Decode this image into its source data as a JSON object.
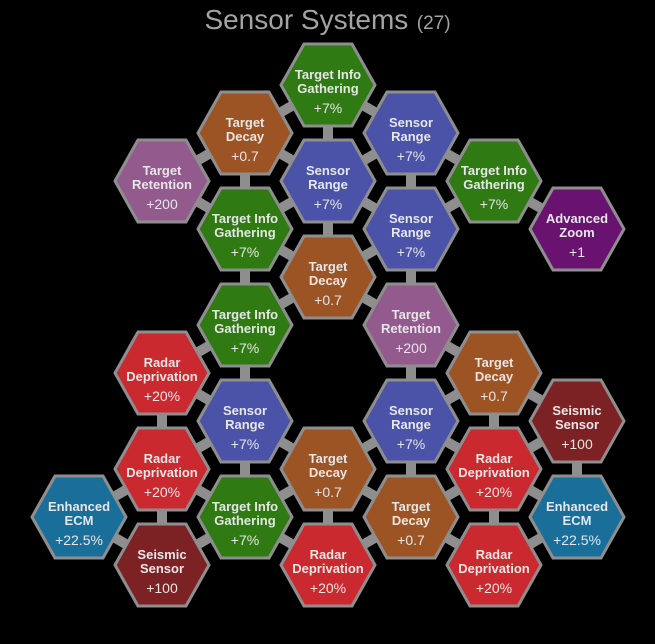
{
  "title": {
    "name": "Sensor Systems",
    "count": "(27)"
  },
  "colors": {
    "background": "#000000",
    "border": "#8e8e8e",
    "connector": "#8e8e8e",
    "title": "#a3a3a3",
    "text": "#e6e6e6",
    "target_info_gathering": "#2f7a12",
    "target_decay": "#9c5424",
    "sensor_range": "#4a53a8",
    "target_retention": "#935a8e",
    "advanced_zoom": "#6a1270",
    "radar_deprivation": "#c9292f",
    "seismic_sensor": "#7c2124",
    "enhanced_ecm": "#1a6f9a"
  },
  "nodes": [
    {
      "id": "n1",
      "lines": [
        "Target Info",
        "Gathering"
      ],
      "value": "+7%",
      "type": "target_info_gathering",
      "col": 3,
      "row": 0
    },
    {
      "id": "n2",
      "lines": [
        "Target",
        "Decay"
      ],
      "value": "+0.7",
      "type": "target_decay",
      "col": 2,
      "row": 1
    },
    {
      "id": "n3",
      "lines": [
        "Sensor",
        "Range"
      ],
      "value": "+7%",
      "type": "sensor_range",
      "col": 4,
      "row": 1
    },
    {
      "id": "n4",
      "lines": [
        "Target",
        "Retention"
      ],
      "value": "+200",
      "type": "target_retention",
      "col": 1,
      "row": 2
    },
    {
      "id": "n5",
      "lines": [
        "Sensor",
        "Range"
      ],
      "value": "+7%",
      "type": "sensor_range",
      "col": 3,
      "row": 2
    },
    {
      "id": "n6",
      "lines": [
        "Target Info",
        "Gathering"
      ],
      "value": "+7%",
      "type": "target_info_gathering",
      "col": 5,
      "row": 2
    },
    {
      "id": "n7",
      "lines": [
        "Target Info",
        "Gathering"
      ],
      "value": "+7%",
      "type": "target_info_gathering",
      "col": 2,
      "row": 3
    },
    {
      "id": "n8",
      "lines": [
        "Sensor",
        "Range"
      ],
      "value": "+7%",
      "type": "sensor_range",
      "col": 4,
      "row": 3
    },
    {
      "id": "n9",
      "lines": [
        "Advanced",
        "Zoom"
      ],
      "value": "+1",
      "type": "advanced_zoom",
      "col": 6,
      "row": 3
    },
    {
      "id": "n10",
      "lines": [
        "Target",
        "Decay"
      ],
      "value": "+0.7",
      "type": "target_decay",
      "col": 3,
      "row": 4
    },
    {
      "id": "n11",
      "lines": [
        "Target Info",
        "Gathering"
      ],
      "value": "+7%",
      "type": "target_info_gathering",
      "col": 2,
      "row": 5
    },
    {
      "id": "n12",
      "lines": [
        "Target",
        "Retention"
      ],
      "value": "+200",
      "type": "target_retention",
      "col": 4,
      "row": 5
    },
    {
      "id": "n13",
      "lines": [
        "Radar",
        "Deprivation"
      ],
      "value": "+20%",
      "type": "radar_deprivation",
      "col": 1,
      "row": 6
    },
    {
      "id": "n14",
      "lines": [
        "Target",
        "Decay"
      ],
      "value": "+0.7",
      "type": "target_decay",
      "col": 5,
      "row": 6
    },
    {
      "id": "n15",
      "lines": [
        "Sensor",
        "Range"
      ],
      "value": "+7%",
      "type": "sensor_range",
      "col": 2,
      "row": 7
    },
    {
      "id": "n16",
      "lines": [
        "Sensor",
        "Range"
      ],
      "value": "+7%",
      "type": "sensor_range",
      "col": 4,
      "row": 7
    },
    {
      "id": "n17",
      "lines": [
        "Seismic",
        "Sensor"
      ],
      "value": "+100",
      "type": "seismic_sensor",
      "col": 6,
      "row": 7
    },
    {
      "id": "n18",
      "lines": [
        "Radar",
        "Deprivation"
      ],
      "value": "+20%",
      "type": "radar_deprivation",
      "col": 1,
      "row": 8
    },
    {
      "id": "n19",
      "lines": [
        "Target",
        "Decay"
      ],
      "value": "+0.7",
      "type": "target_decay",
      "col": 3,
      "row": 8
    },
    {
      "id": "n20",
      "lines": [
        "Radar",
        "Deprivation"
      ],
      "value": "+20%",
      "type": "radar_deprivation",
      "col": 5,
      "row": 8
    },
    {
      "id": "n21",
      "lines": [
        "Enhanced",
        "ECM"
      ],
      "value": "+22.5%",
      "type": "enhanced_ecm",
      "col": 0,
      "row": 9
    },
    {
      "id": "n22",
      "lines": [
        "Target Info",
        "Gathering"
      ],
      "value": "+7%",
      "type": "target_info_gathering",
      "col": 2,
      "row": 9
    },
    {
      "id": "n23",
      "lines": [
        "Target",
        "Decay"
      ],
      "value": "+0.7",
      "type": "target_decay",
      "col": 4,
      "row": 9
    },
    {
      "id": "n24",
      "lines": [
        "Enhanced",
        "ECM"
      ],
      "value": "+22.5%",
      "type": "enhanced_ecm",
      "col": 6,
      "row": 9
    },
    {
      "id": "n25",
      "lines": [
        "Seismic",
        "Sensor"
      ],
      "value": "+100",
      "type": "seismic_sensor",
      "col": 1,
      "row": 10
    },
    {
      "id": "n26",
      "lines": [
        "Radar",
        "Deprivation"
      ],
      "value": "+20%",
      "type": "radar_deprivation",
      "col": 3,
      "row": 10
    },
    {
      "id": "n27",
      "lines": [
        "Radar",
        "Deprivation"
      ],
      "value": "+20%",
      "type": "radar_deprivation",
      "col": 5,
      "row": 10
    }
  ]
}
